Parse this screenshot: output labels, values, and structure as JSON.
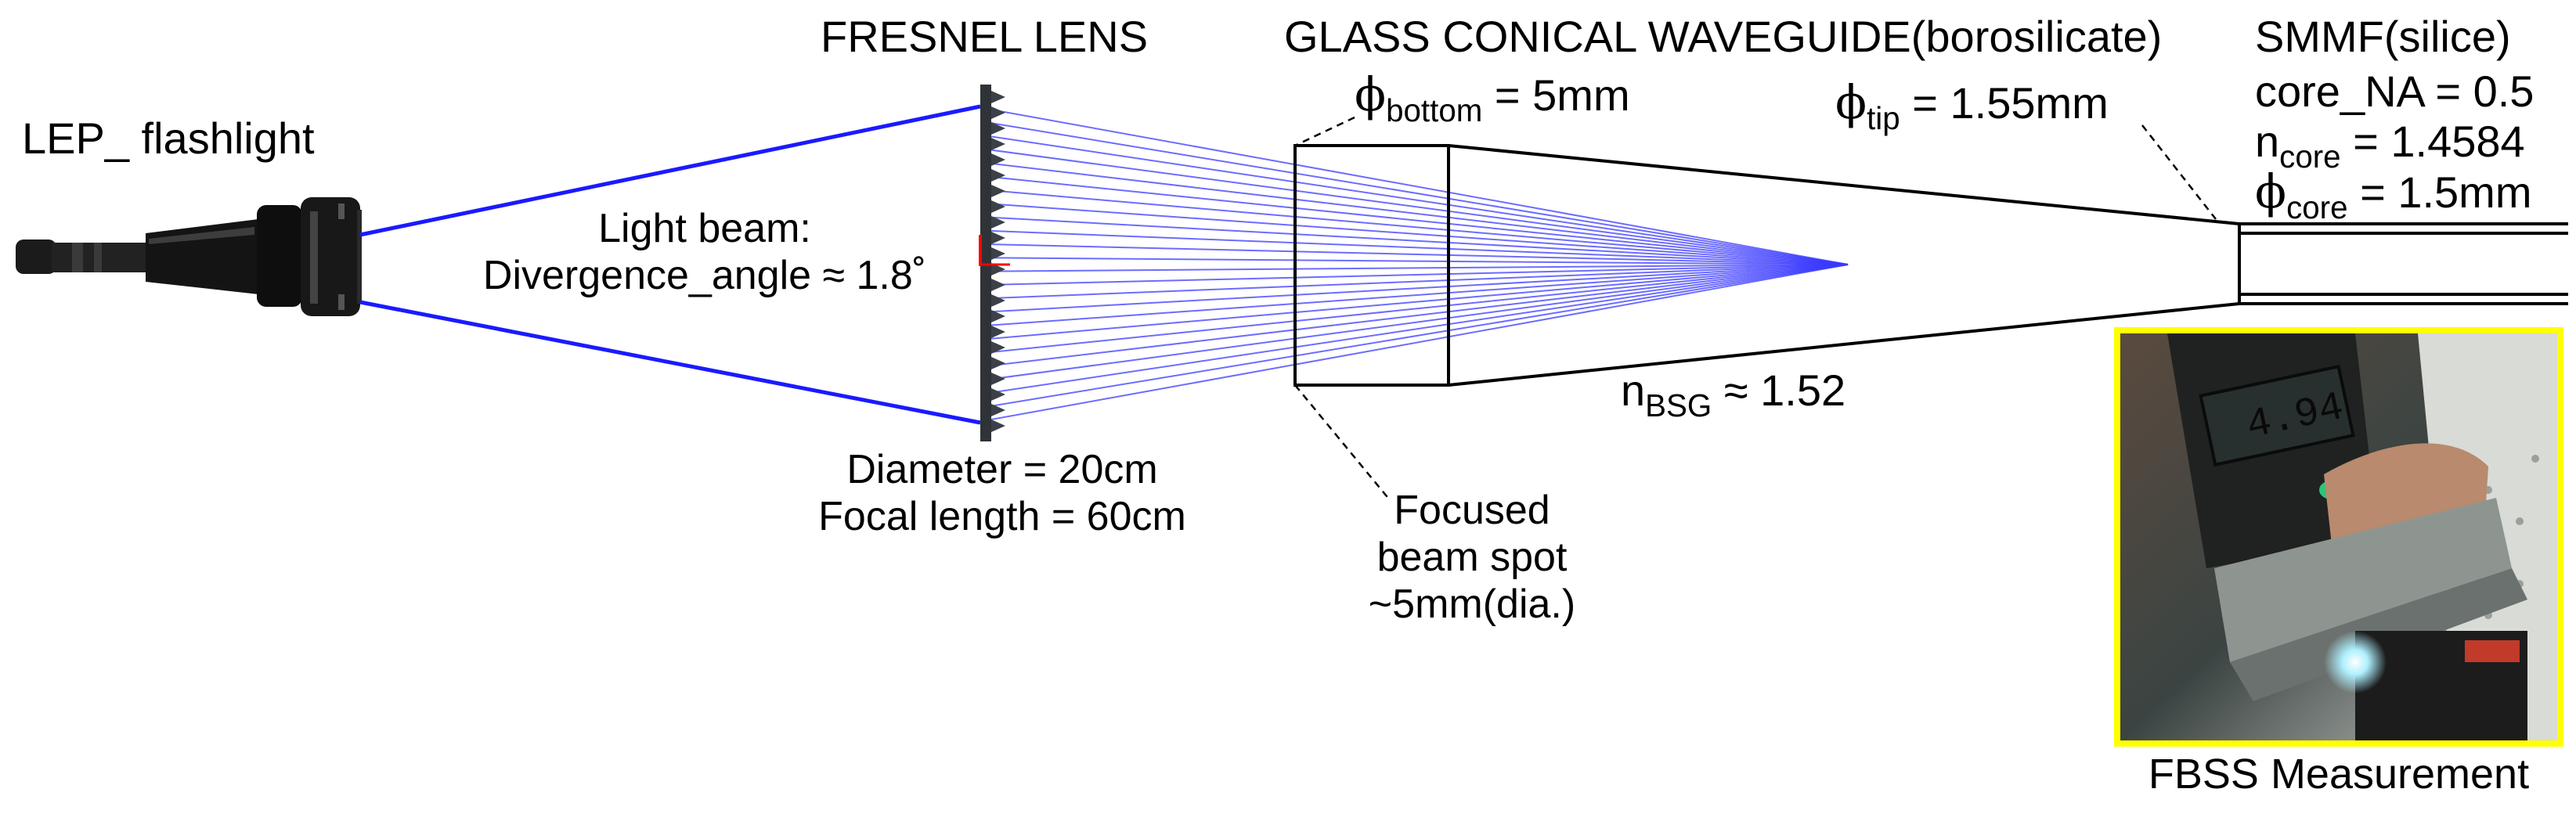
{
  "labels": {
    "flashlight": "LEP_ flashlight",
    "fresnel_title": "FRESNEL LENS",
    "waveguide_title": "GLASS CONICAL WAVEGUIDE(borosilicate)",
    "smmf_title": "SMMF(silice)",
    "core_na": "core_NA = 0.5",
    "phi_symbol": "ϕ",
    "phi_bottom_sub": "bottom",
    "phi_bottom_value": " = 5mm",
    "phi_tip_sub": "tip",
    "phi_tip_value": " = 1.55mm",
    "n_core_n": "n",
    "n_core_sub": "core",
    "n_core_value": " = 1.4584",
    "phi_core_sub": "core",
    "phi_core_value": " = 1.5mm",
    "light_beam_line1": "Light beam:",
    "light_beam_line2": "Divergence_angle ≈ 1.8˚",
    "diameter": "Diameter = 20cm",
    "focal_length": "Focal length = 60cm",
    "focused_line1": "Focused",
    "focused_line2": "beam spot",
    "focused_line3": "~5mm(dia.)",
    "n_bsg_n": "n",
    "n_bsg_sub": "BSG",
    "n_bsg_value": " ≈ 1.52",
    "photo_caption": "FBSS Measurement",
    "caliper_reading": "4.94"
  },
  "colors": {
    "beam": "#1a1aff",
    "ray": "#3b3bff",
    "lens": "#2f3338",
    "axis_marker": "#ff0000",
    "photo_border": "#ffff00",
    "outline": "#000000"
  },
  "icons": {
    "flashlight": "flashlight-icon",
    "lens": "fresnel-lens-icon",
    "photo": "caliper-photo"
  }
}
